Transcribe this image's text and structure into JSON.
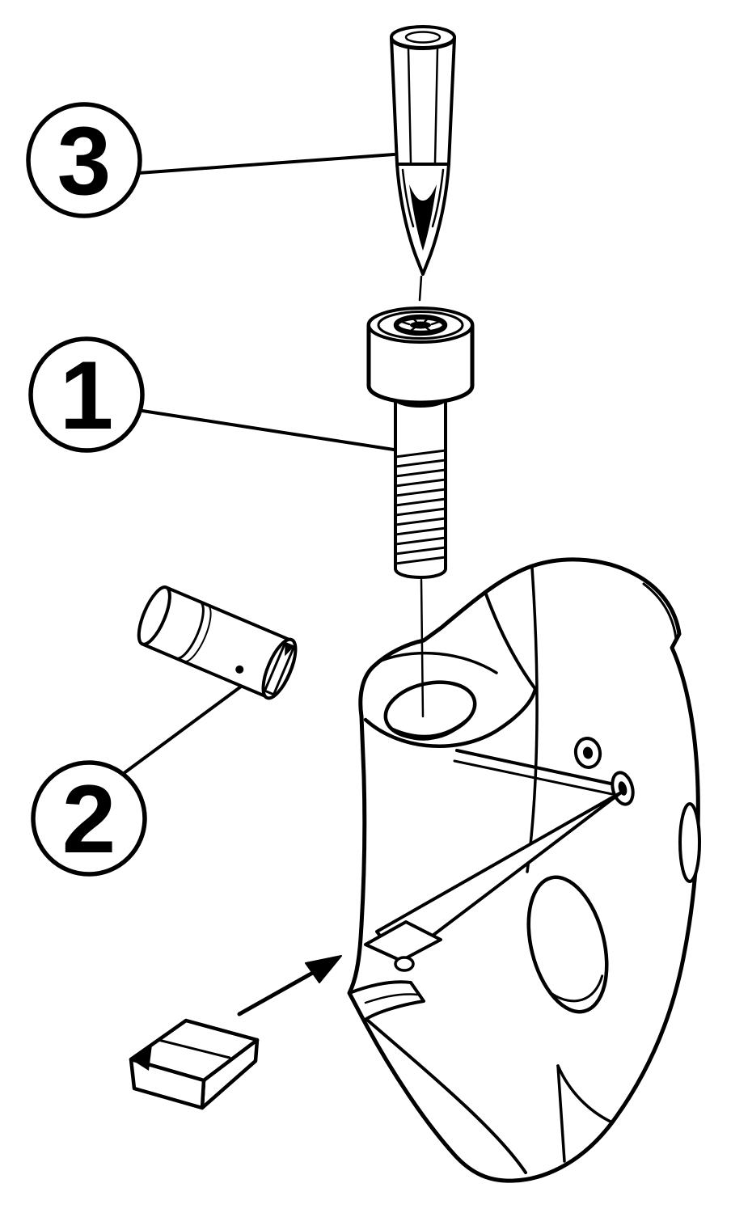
{
  "diagram": {
    "type": "exploded-assembly",
    "background_color": "#ffffff",
    "line_color": "#000000",
    "callouts": [
      {
        "label": "3",
        "target": "torx-driver"
      },
      {
        "label": "1",
        "target": "cap-screw"
      },
      {
        "label": "2",
        "target": "cartridge-pin"
      }
    ],
    "parts": [
      {
        "name": "torx-driver"
      },
      {
        "name": "cap-screw"
      },
      {
        "name": "cartridge-pin"
      },
      {
        "name": "tool-body"
      },
      {
        "name": "cutting-insert"
      },
      {
        "name": "insertion-arrow"
      }
    ]
  }
}
